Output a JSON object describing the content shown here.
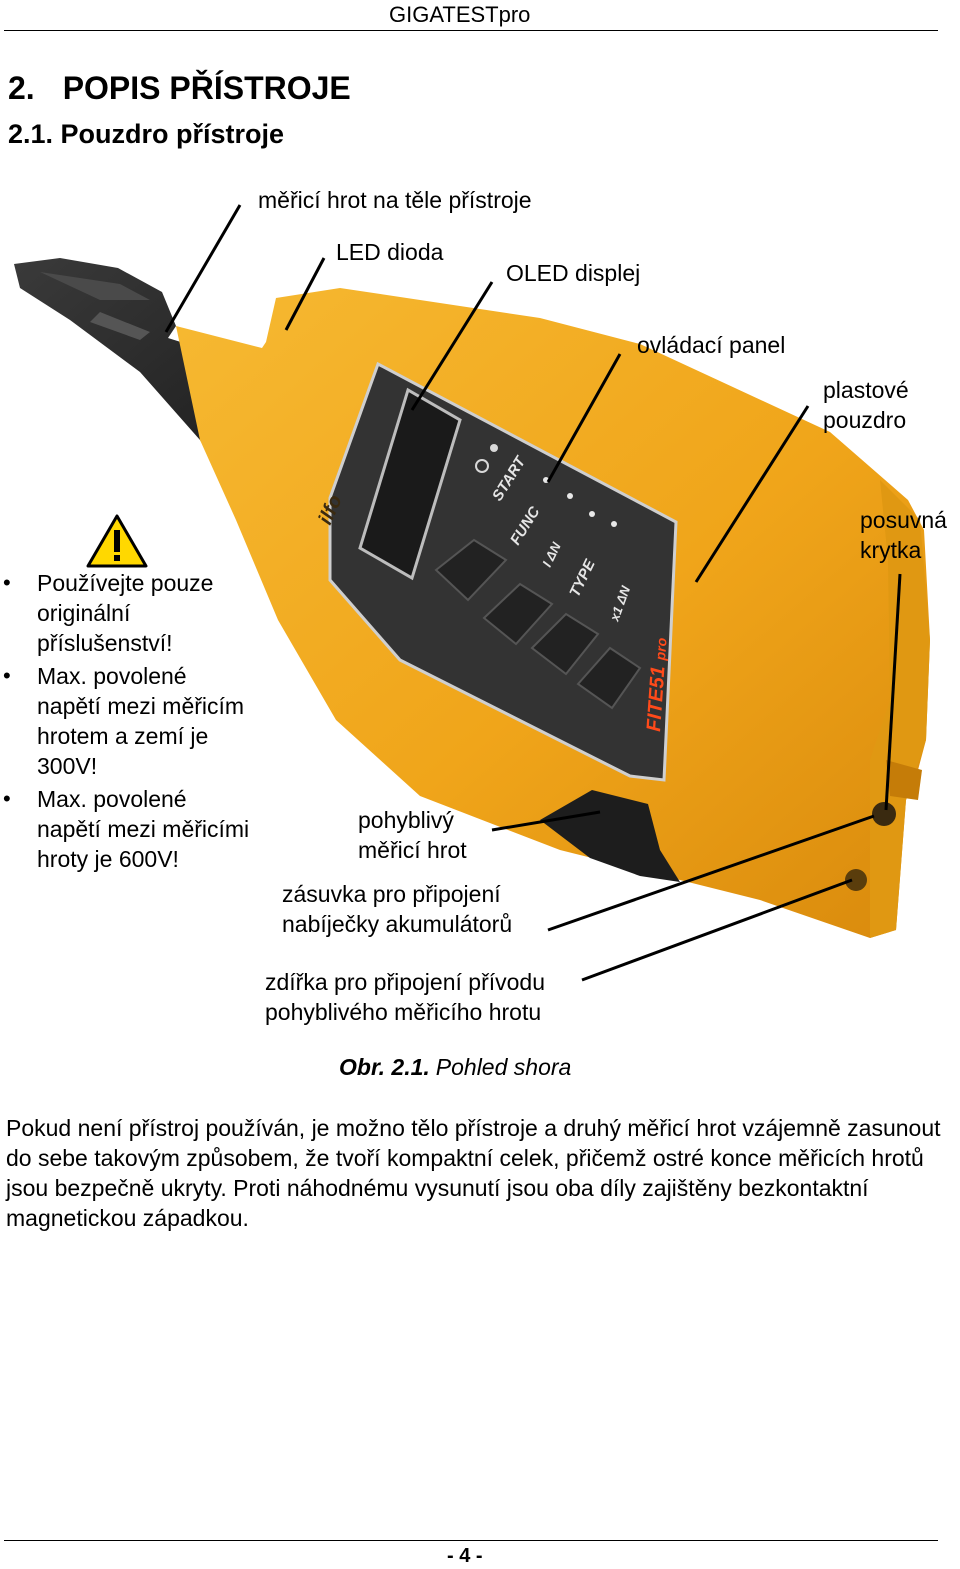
{
  "header": {
    "title": "GIGATESTpro"
  },
  "chapter": {
    "number": "2.",
    "title": "POPIS PŘÍSTROJE"
  },
  "section": {
    "title": "2.1. Pouzdro přístroje"
  },
  "figure": {
    "callouts": {
      "probe_on_body": "měřicí hrot na těle přístroje",
      "led": "LED dioda",
      "oled": "OLED displej",
      "control_panel": "ovládací panel",
      "plastic_case_1": "plastové",
      "plastic_case_2": "pouzdro",
      "sliding_cover_1": "posuvná",
      "sliding_cover_2": "krytka",
      "movable_probe_1": "pohyblivý",
      "movable_probe_2": "měřicí hrot",
      "charger_socket_1": "zásuvka pro připojení",
      "charger_socket_2": "nabíječky akumulátorů",
      "lead_jack_1": "zdířka pro připojení přívodu",
      "lead_jack_2": "pohyblivého měřicího hrotu"
    },
    "device": {
      "buttons": [
        "START",
        "FUNC",
        "I ΔN",
        "TYPE",
        "x1 ΔN"
      ],
      "model": "FITE51",
      "model_suffix": "pro",
      "logo": "ilfo"
    },
    "warnings": [
      "Používejte pouze originální příslušenství!",
      "Max. povolené napětí mezi měřicím hrotem a zemí je 300V!",
      "Max. povolené napětí mezi měřicími hroty je 600V!"
    ],
    "caption_label": "Obr. 2.1.",
    "caption_text": "Pohled shora",
    "colors": {
      "case": "#f2a81c",
      "panel": "#3a3a3a",
      "probe": "#1e1e1e",
      "warning": "#ffd800"
    }
  },
  "body": {
    "paragraph": "Pokud není přístroj používán, je možno tělo přístroje a druhý měřicí hrot vzájemně zasunout do sebe takovým způsobem, že tvoří kompaktní celek, přičemž ostré konce měřicích hrotů jsou bezpečně ukryty. Proti náhodnému vysunutí jsou oba díly zajištěny bezkontaktní magnetickou západkou."
  },
  "footer": {
    "page": "- 4 -"
  }
}
